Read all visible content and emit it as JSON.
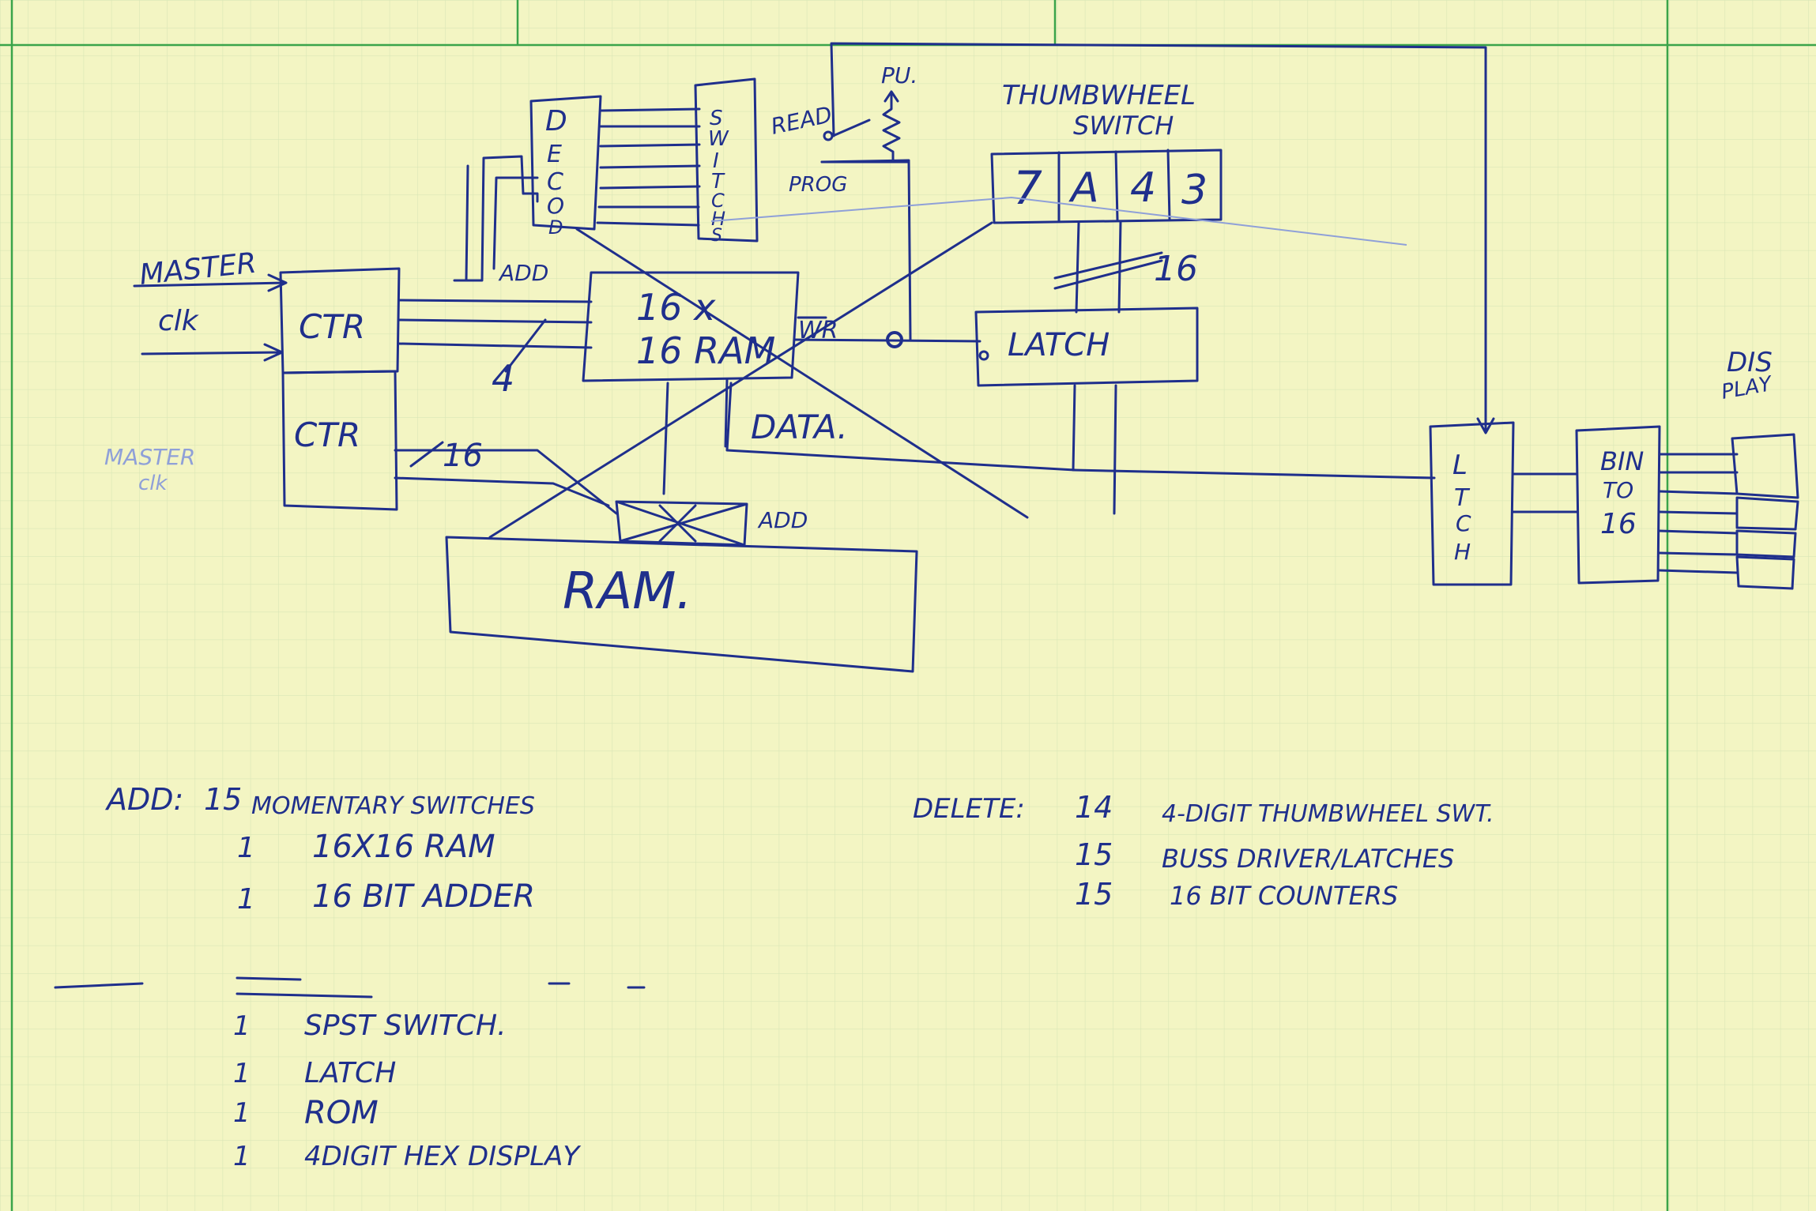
{
  "colors": {
    "paper": "#f3f5c3",
    "grid_minor": "#d9e6b6",
    "grid_major": "#3aa44a",
    "ink": "#1f2f8c",
    "ink_faint": "#8fa0d8"
  },
  "diagram": {
    "master_clk_label": "MASTER",
    "master_clk_label_2": "clk",
    "master_clk_faint": "MASTER",
    "master_clk_faint_2": "clk",
    "ctr_top": "CTR",
    "ctr_bottom": "CTR",
    "decoder_letters": [
      "D",
      "E",
      "C",
      "O",
      "D"
    ],
    "switches_letters": [
      "S",
      "W",
      "I",
      "T",
      "C",
      "H",
      "S"
    ],
    "read_label": "READ",
    "prog_label": "PROG",
    "pu_label": "PU.",
    "thumbwheel_title_1": "THUMBWHEEL",
    "thumbwheel_title_2": "SWITCH",
    "thumbwheel_digits": [
      "7",
      "A",
      "4",
      "3"
    ],
    "add_label_top": "ADD",
    "ram16_line1": "16 x",
    "ram16_line2": "16 RAM",
    "wr_label": "WR",
    "latch_label": "LATCH",
    "bus16_label": "16",
    "addr_bus_label": "4",
    "data_label": "DATA.",
    "ctr16_label": "16",
    "add_label_bottom": "ADD",
    "big_ram_label": "RAM.",
    "latch_vertical": [
      "L",
      "T",
      "C",
      "H"
    ],
    "bin_to_label_1": "BIN",
    "bin_to_label_2": "TO",
    "bin_to_label_3": "16",
    "display_label_1": "DIS",
    "display_label_2": "PLAY"
  },
  "notes": {
    "add_header": "ADD:",
    "add_items": [
      {
        "qty": "15",
        "item": "MOMENTARY SWITCHES"
      },
      {
        "qty": "1",
        "item": "16X16 RAM"
      },
      {
        "qty": "1",
        "item": "16 BIT ADDER"
      }
    ],
    "delete_header": "DELETE:",
    "delete_items": [
      {
        "qty": "14",
        "item": "4-DIGIT THUMBWHEEL SWT."
      },
      {
        "qty": "15",
        "item": "BUSS DRIVER/LATCHES"
      },
      {
        "qty": "15",
        "item": "16 BIT COUNTERS"
      }
    ],
    "extra_items": [
      {
        "qty": "1",
        "item": "SPST SWITCH."
      },
      {
        "qty": "1",
        "item": "LATCH"
      },
      {
        "qty": "1",
        "item": "ROM"
      },
      {
        "qty": "1",
        "item": "4DIGIT HEX DISPLAY"
      }
    ]
  }
}
